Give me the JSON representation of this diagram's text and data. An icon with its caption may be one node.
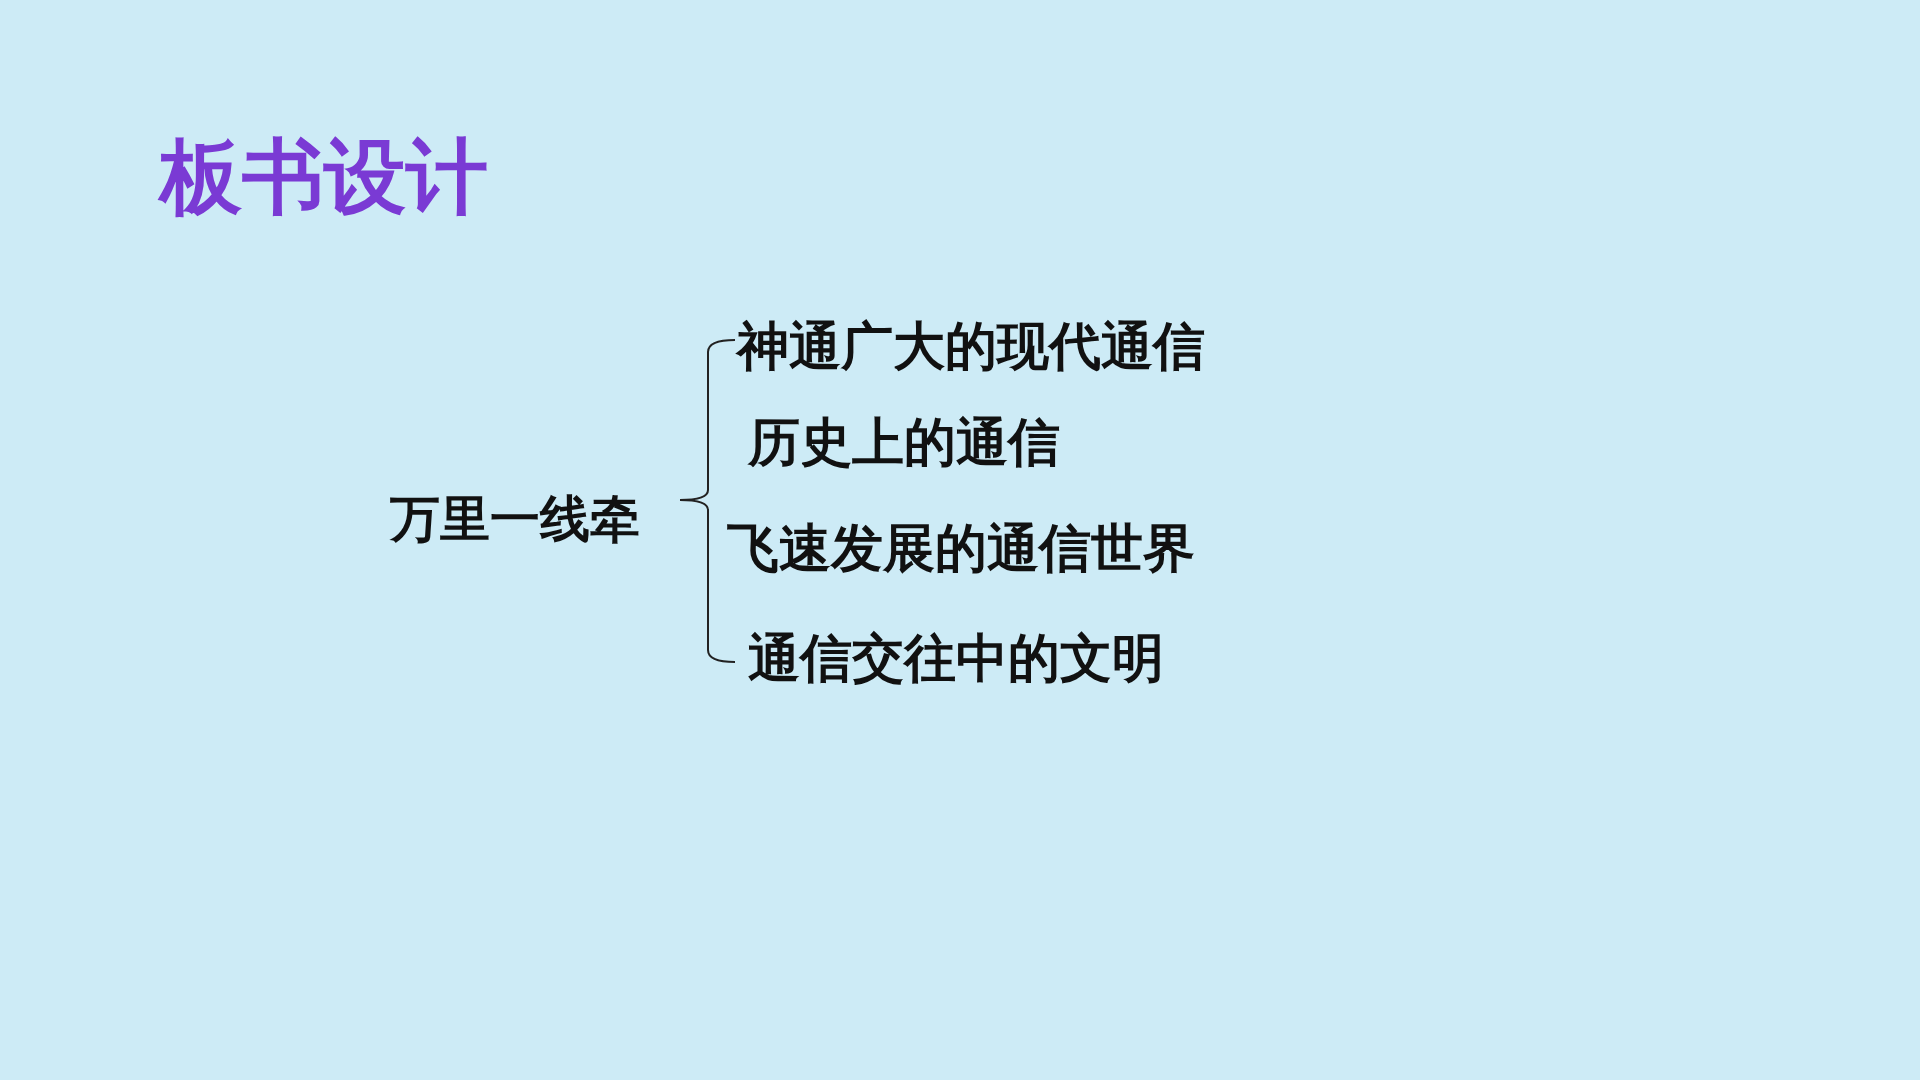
{
  "diagram": {
    "title": "板书设计",
    "labels": [
      "万里一线牵",
      "神通广大的现代通信",
      "历史上的通信",
      "飞速发展的通信世界",
      "通信交往中的文明"
    ]
  }
}
